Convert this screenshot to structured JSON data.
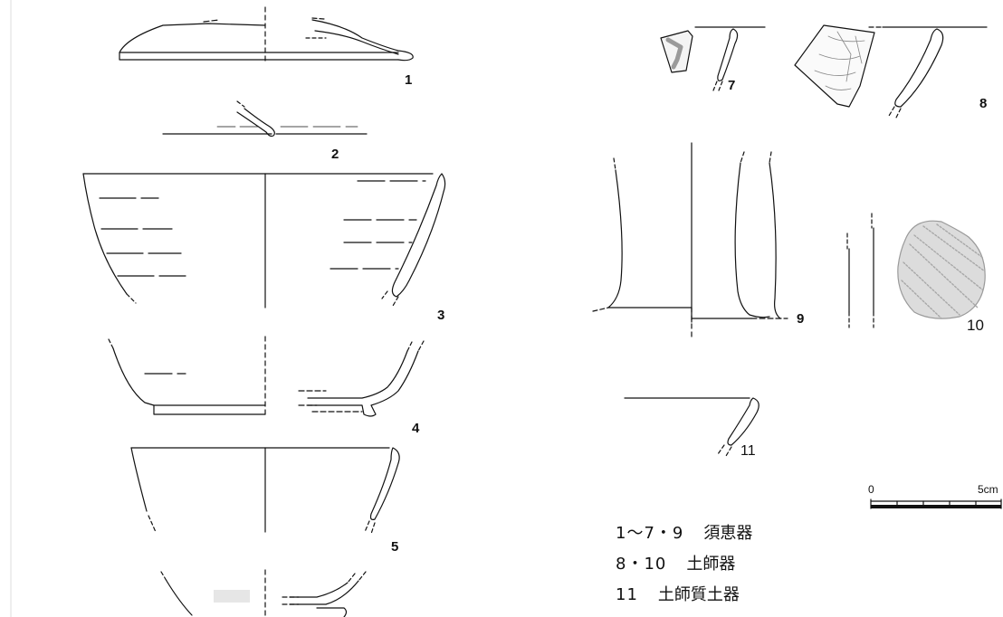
{
  "figures": [
    {
      "id": "1",
      "label": "1"
    },
    {
      "id": "2",
      "label": "2"
    },
    {
      "id": "3",
      "label": "3"
    },
    {
      "id": "4",
      "label": "4"
    },
    {
      "id": "5",
      "label": "5"
    },
    {
      "id": "7",
      "label": "7"
    },
    {
      "id": "8",
      "label": "8"
    },
    {
      "id": "9",
      "label": "9"
    },
    {
      "id": "10",
      "label": "10"
    },
    {
      "id": "11",
      "label": "11"
    }
  ],
  "scale_bar": {
    "start_label": "0",
    "end_label": "5cm"
  },
  "legend": [
    {
      "numbers": "1～7・9",
      "type": "須恵器"
    },
    {
      "numbers": "8・10",
      "type": "土師器"
    },
    {
      "numbers": "11",
      "type": "土師質土器"
    }
  ],
  "colors": {
    "line": "#111111",
    "texture": "#9a9a9a",
    "fill_light": "#dcdcdc"
  }
}
